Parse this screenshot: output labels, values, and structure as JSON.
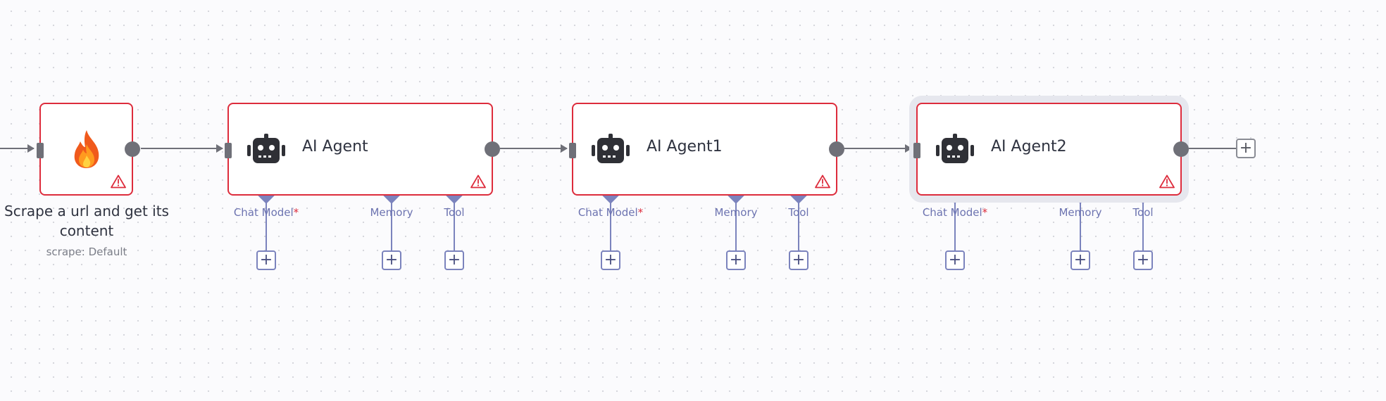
{
  "nodes": {
    "firecrawl": {
      "icon": "firecrawl-flame-icon",
      "label": "Scrape a url and get its content",
      "subtitle": "scrape: Default"
    },
    "agents": [
      {
        "title": "AI Agent",
        "inputs": {
          "chat_model": "Chat Model",
          "required_mark": "*",
          "memory": "Memory",
          "tool": "Tool"
        }
      },
      {
        "title": "AI Agent1",
        "inputs": {
          "chat_model": "Chat Model",
          "required_mark": "*",
          "memory": "Memory",
          "tool": "Tool"
        }
      },
      {
        "title": "AI Agent2",
        "selected": true,
        "inputs": {
          "chat_model": "Chat Model",
          "required_mark": "*",
          "memory": "Memory",
          "tool": "Tool"
        }
      }
    ]
  },
  "add_button_glyph": "+",
  "colors": {
    "node_border_error": "#dd2c3c",
    "connection": "#6f7078",
    "sub_connection": "#7b83bd",
    "label_text": "#2f3340",
    "sub_label_text": "#6c73b0",
    "selection_halo": "#e6e7ee"
  }
}
